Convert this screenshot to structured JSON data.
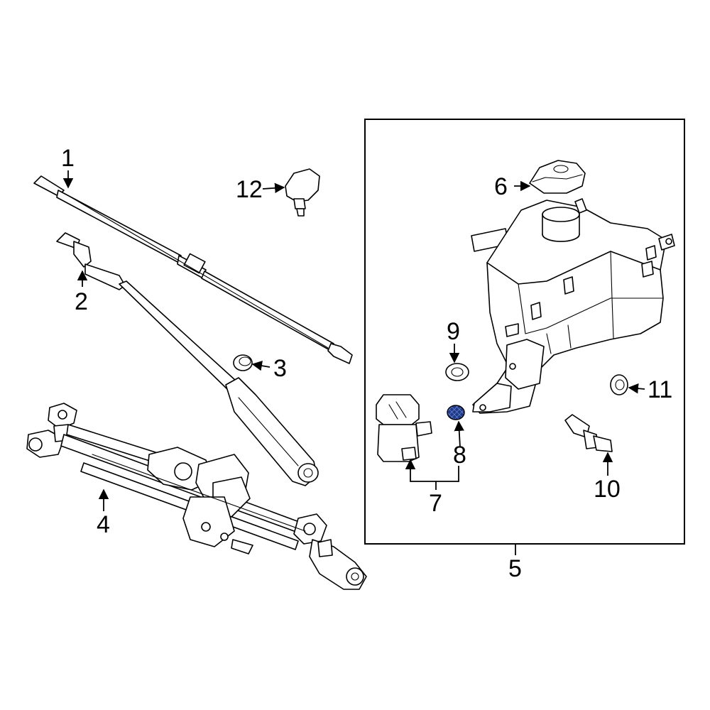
{
  "callouts": {
    "c1": "1",
    "c2": "2",
    "c3": "3",
    "c4": "4",
    "c5": "5",
    "c6": "6",
    "c7": "7",
    "c8": "8",
    "c9": "9",
    "c10": "10",
    "c11": "11",
    "c12": "12"
  },
  "colors": {
    "line": "#000000",
    "background": "#ffffff",
    "highlight_fill": "#1f3a8a"
  }
}
